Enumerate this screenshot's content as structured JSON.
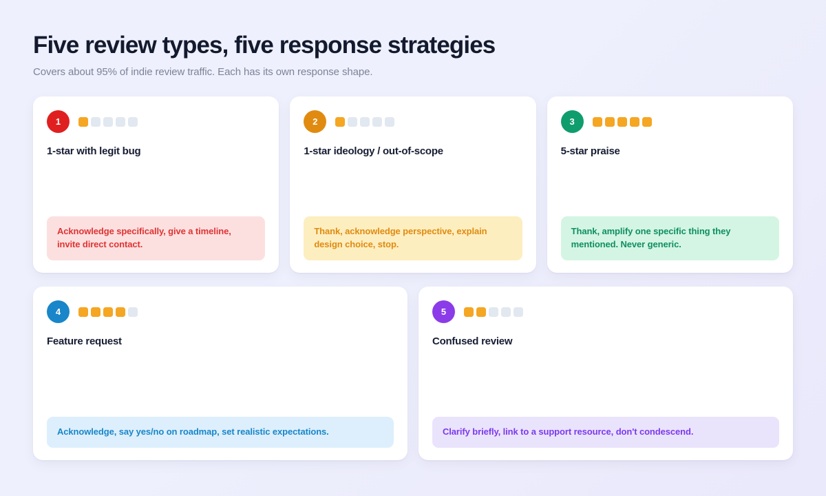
{
  "header": {
    "title": "Five review types, five response strategies",
    "subtitle": "Covers about 95% of indie review traffic. Each has its own response shape."
  },
  "palette": {
    "background_start": "#eef0fd",
    "background_end": "#eae8fb",
    "card_background": "#ffffff",
    "title_color": "#141a2e",
    "subtitle_color": "#7c8398",
    "star_filled": "#f5a623",
    "star_empty": "#e2e8f0"
  },
  "cards": [
    {
      "number": "1",
      "badge_color": "#e02020",
      "rating": 1,
      "max_rating": 5,
      "title": "1-star with legit bug",
      "advice": "Acknowledge specifically, give a timeline, invite direct contact.",
      "advice_bg": "#fce0e0",
      "advice_fg": "#e03333",
      "row": "top"
    },
    {
      "number": "2",
      "badge_color": "#e08b10",
      "rating": 1,
      "max_rating": 5,
      "title": "1-star ideology / out-of-scope",
      "advice": "Thank, acknowledge perspective, explain design choice, stop.",
      "advice_bg": "#fdeec0",
      "advice_fg": "#e08b10",
      "row": "top"
    },
    {
      "number": "3",
      "badge_color": "#0f9d6e",
      "rating": 5,
      "max_rating": 5,
      "title": "5-star praise",
      "advice": "Thank, amplify one specific thing they mentioned. Never generic.",
      "advice_bg": "#d4f5e3",
      "advice_fg": "#0f8f63",
      "row": "top"
    },
    {
      "number": "4",
      "badge_color": "#1886c9",
      "rating": 4,
      "max_rating": 5,
      "title": "Feature request",
      "advice": "Acknowledge, say yes/no on roadmap, set realistic expectations.",
      "advice_bg": "#ddeffc",
      "advice_fg": "#1886c9",
      "row": "bottom"
    },
    {
      "number": "5",
      "badge_color": "#8b3ce8",
      "rating": 2,
      "max_rating": 5,
      "title": "Confused review",
      "advice": "Clarify briefly, link to a support resource, don't condescend.",
      "advice_bg": "#eae3fc",
      "advice_fg": "#7c3aed",
      "row": "bottom"
    }
  ]
}
